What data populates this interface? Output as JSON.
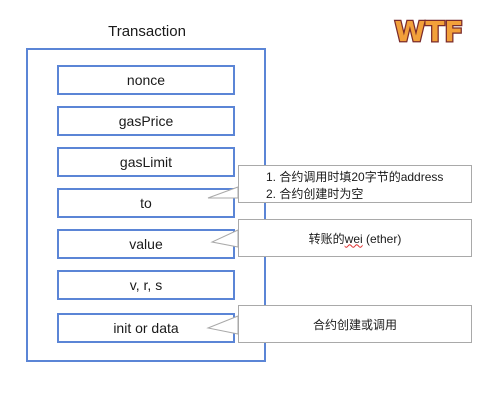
{
  "title": "Transaction",
  "logo_text": "WTF",
  "fields": [
    {
      "label": "nonce"
    },
    {
      "label": "gasPrice"
    },
    {
      "label": "gasLimit"
    },
    {
      "label": "to"
    },
    {
      "label": "value"
    },
    {
      "label": "v, r, s"
    },
    {
      "label": "init or data"
    }
  ],
  "callouts": {
    "to": {
      "line1": "1. 合约调用时填20字节的address",
      "line2": "2. 合约创建时为空"
    },
    "value": {
      "prefix": "转账的",
      "wei": "wei",
      "suffix": " (ether)"
    },
    "data": {
      "text": "合约创建或调用"
    }
  },
  "colors": {
    "box_border": "#5b85d6",
    "callout_border": "#a9a9a9",
    "logo_fill": "#f2a03a",
    "logo_outline": "#7a2b2b",
    "spellcheck_underline": "#e03030"
  }
}
